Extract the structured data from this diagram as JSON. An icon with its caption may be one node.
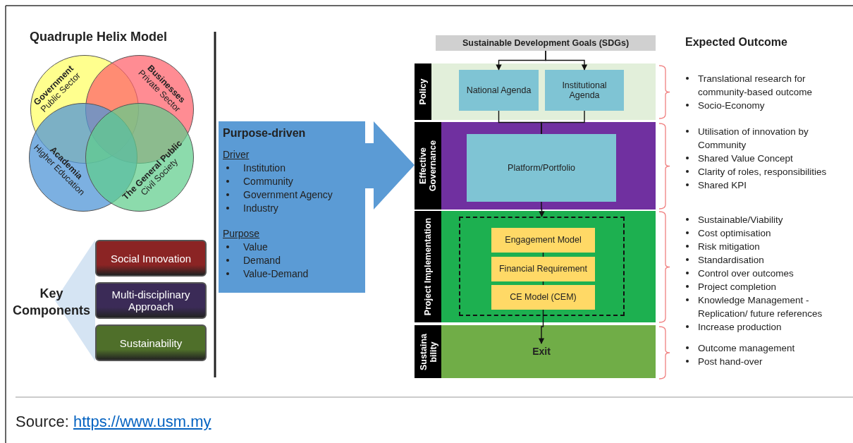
{
  "diagram": {
    "nodes": [
      {
        "text": [
          "Government",
          "Public Sector"
        ]
      },
      {
        "text": [
          "Businesses",
          "Private Sector"
        ]
      },
      {
        "text": [
          "Academia",
          "Higher Education"
        ]
      },
      {
        "text": [
          "The General Public",
          "Civil Society"
        ]
      },
      {
        "text": [
          "Key Components"
        ]
      },
      {
        "text": [
          "Social Innovation"
        ]
      },
      {
        "text": [
          "Multi-disciplinary Approach"
        ]
      },
      {
        "text": [
          "Sustainability"
        ]
      },
      {
        "text": [
          "Purpose-driven",
          "Driver",
          "Institution",
          "Community",
          "Government Agency",
          "Industry",
          "Purpose",
          "Value",
          "Demand",
          "Value-Demand"
        ]
      },
      {
        "text": [
          "Sustainable Development Goals (SDGs)"
        ]
      },
      {
        "text": [
          "Policy"
        ]
      },
      {
        "text": [
          "National Agenda"
        ],
        "in": 10
      },
      {
        "text": [
          "Institutional Agenda"
        ],
        "in": 10
      },
      {
        "text": [
          "Effective Governance"
        ]
      },
      {
        "text": [
          "Platform/Portfolio"
        ],
        "in": 13
      },
      {
        "text": [
          "Project Implementation"
        ]
      },
      {
        "text": [],
        "shape": "box",
        "in": 15
      },
      {
        "text": [
          "Engagement Model"
        ],
        "in": 16
      },
      {
        "text": [
          "Financial Requirement"
        ],
        "in": 16
      },
      {
        "text": [
          "CE Model (CEM)"
        ],
        "in": 16
      },
      {
        "text": [
          "Sustaina bility"
        ]
      },
      {
        "text": [
          "Exit"
        ],
        "in": 20
      },
      {
        "text": [],
        "shape": "triangle"
      }
    ],
    "edges": [
      {
        "from": 9,
        "to": 11,
        "arrow": "to"
      },
      {
        "from": 9,
        "to": 12,
        "arrow": "to"
      },
      {
        "from": 11,
        "to": 14,
        "arrow": "none"
      },
      {
        "from": 12,
        "to": 14,
        "arrow": "none"
      },
      {
        "from": 14,
        "to": 16,
        "arrow": "to"
      },
      {
        "from": 17,
        "to": 18,
        "arrow": "none"
      },
      {
        "from": 18,
        "to": 19,
        "arrow": "none"
      },
      {
        "from": 19,
        "to": 21,
        "arrow": "to"
      },
      {
        "from": 8,
        "to": 13,
        "arrow": "to",
        "style": "thick",
        "color": "#5b9bd5"
      }
    ],
    "labels": [
      "Quadruple Helix Model",
      "Expected Outcome",
      "Translational research for community-based outcome",
      "Socio-Economy",
      "Utilisation of innovation by Community",
      "Shared Value Concept",
      "Clarity of roles, responsibilities",
      "Shared KPI",
      "Sustainable/Viability",
      "Cost optimisation",
      "Risk mitigation",
      "Standardisation",
      "Control over outcomes",
      "Project completion",
      "Knowledge Management - Replication/ future references",
      "Increase production",
      "Outcome management",
      "Post hand-over",
      "Source:",
      "https://www.usm.my"
    ]
  }
}
